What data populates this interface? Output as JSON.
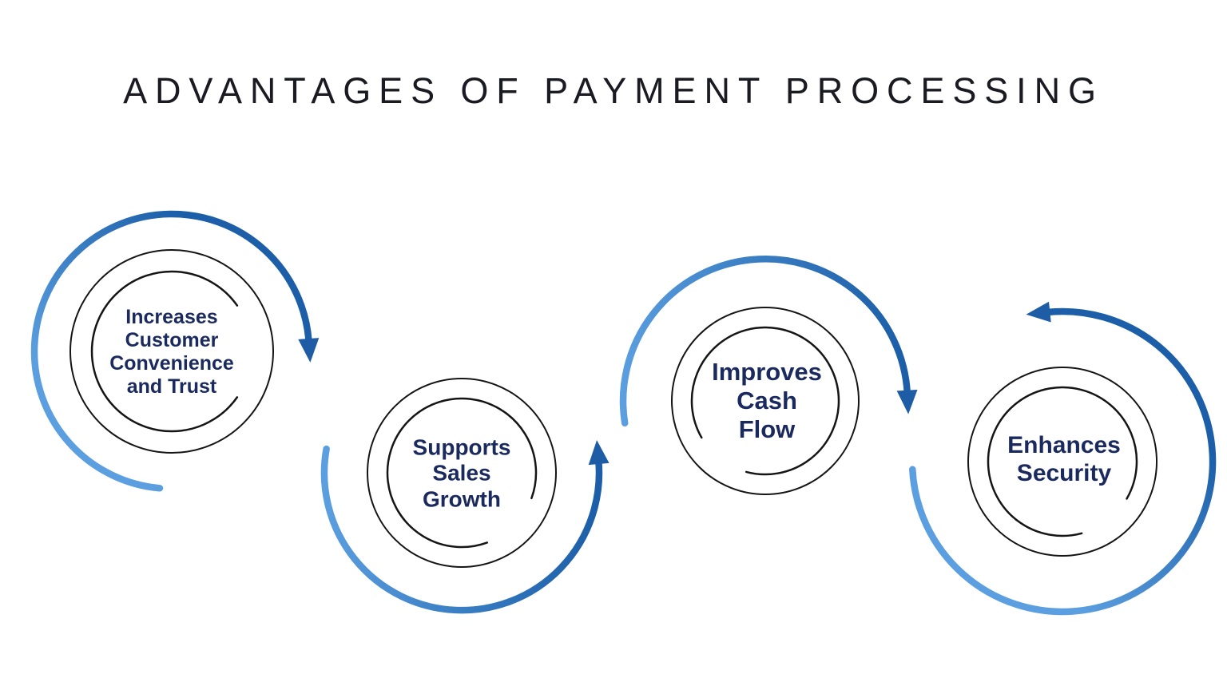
{
  "title": "ADVANTAGES OF PAYMENT PROCESSING",
  "colors": {
    "background": "#ffffff",
    "title_text": "#1a1a22",
    "label_text": "#1b2a5e",
    "ring": "#151515",
    "arc_gradient_start": "#5b9fe0",
    "arc_gradient_end": "#1c5fa8",
    "arrow": "#1e5da6"
  },
  "nodes": [
    {
      "label": "Increases\nCustomer\nConvenience\nand Trust"
    },
    {
      "label": "Supports\nSales\nGrowth"
    },
    {
      "label": "Improves\nCash\nFlow"
    },
    {
      "label": "Enhances\nSecurity"
    }
  ]
}
